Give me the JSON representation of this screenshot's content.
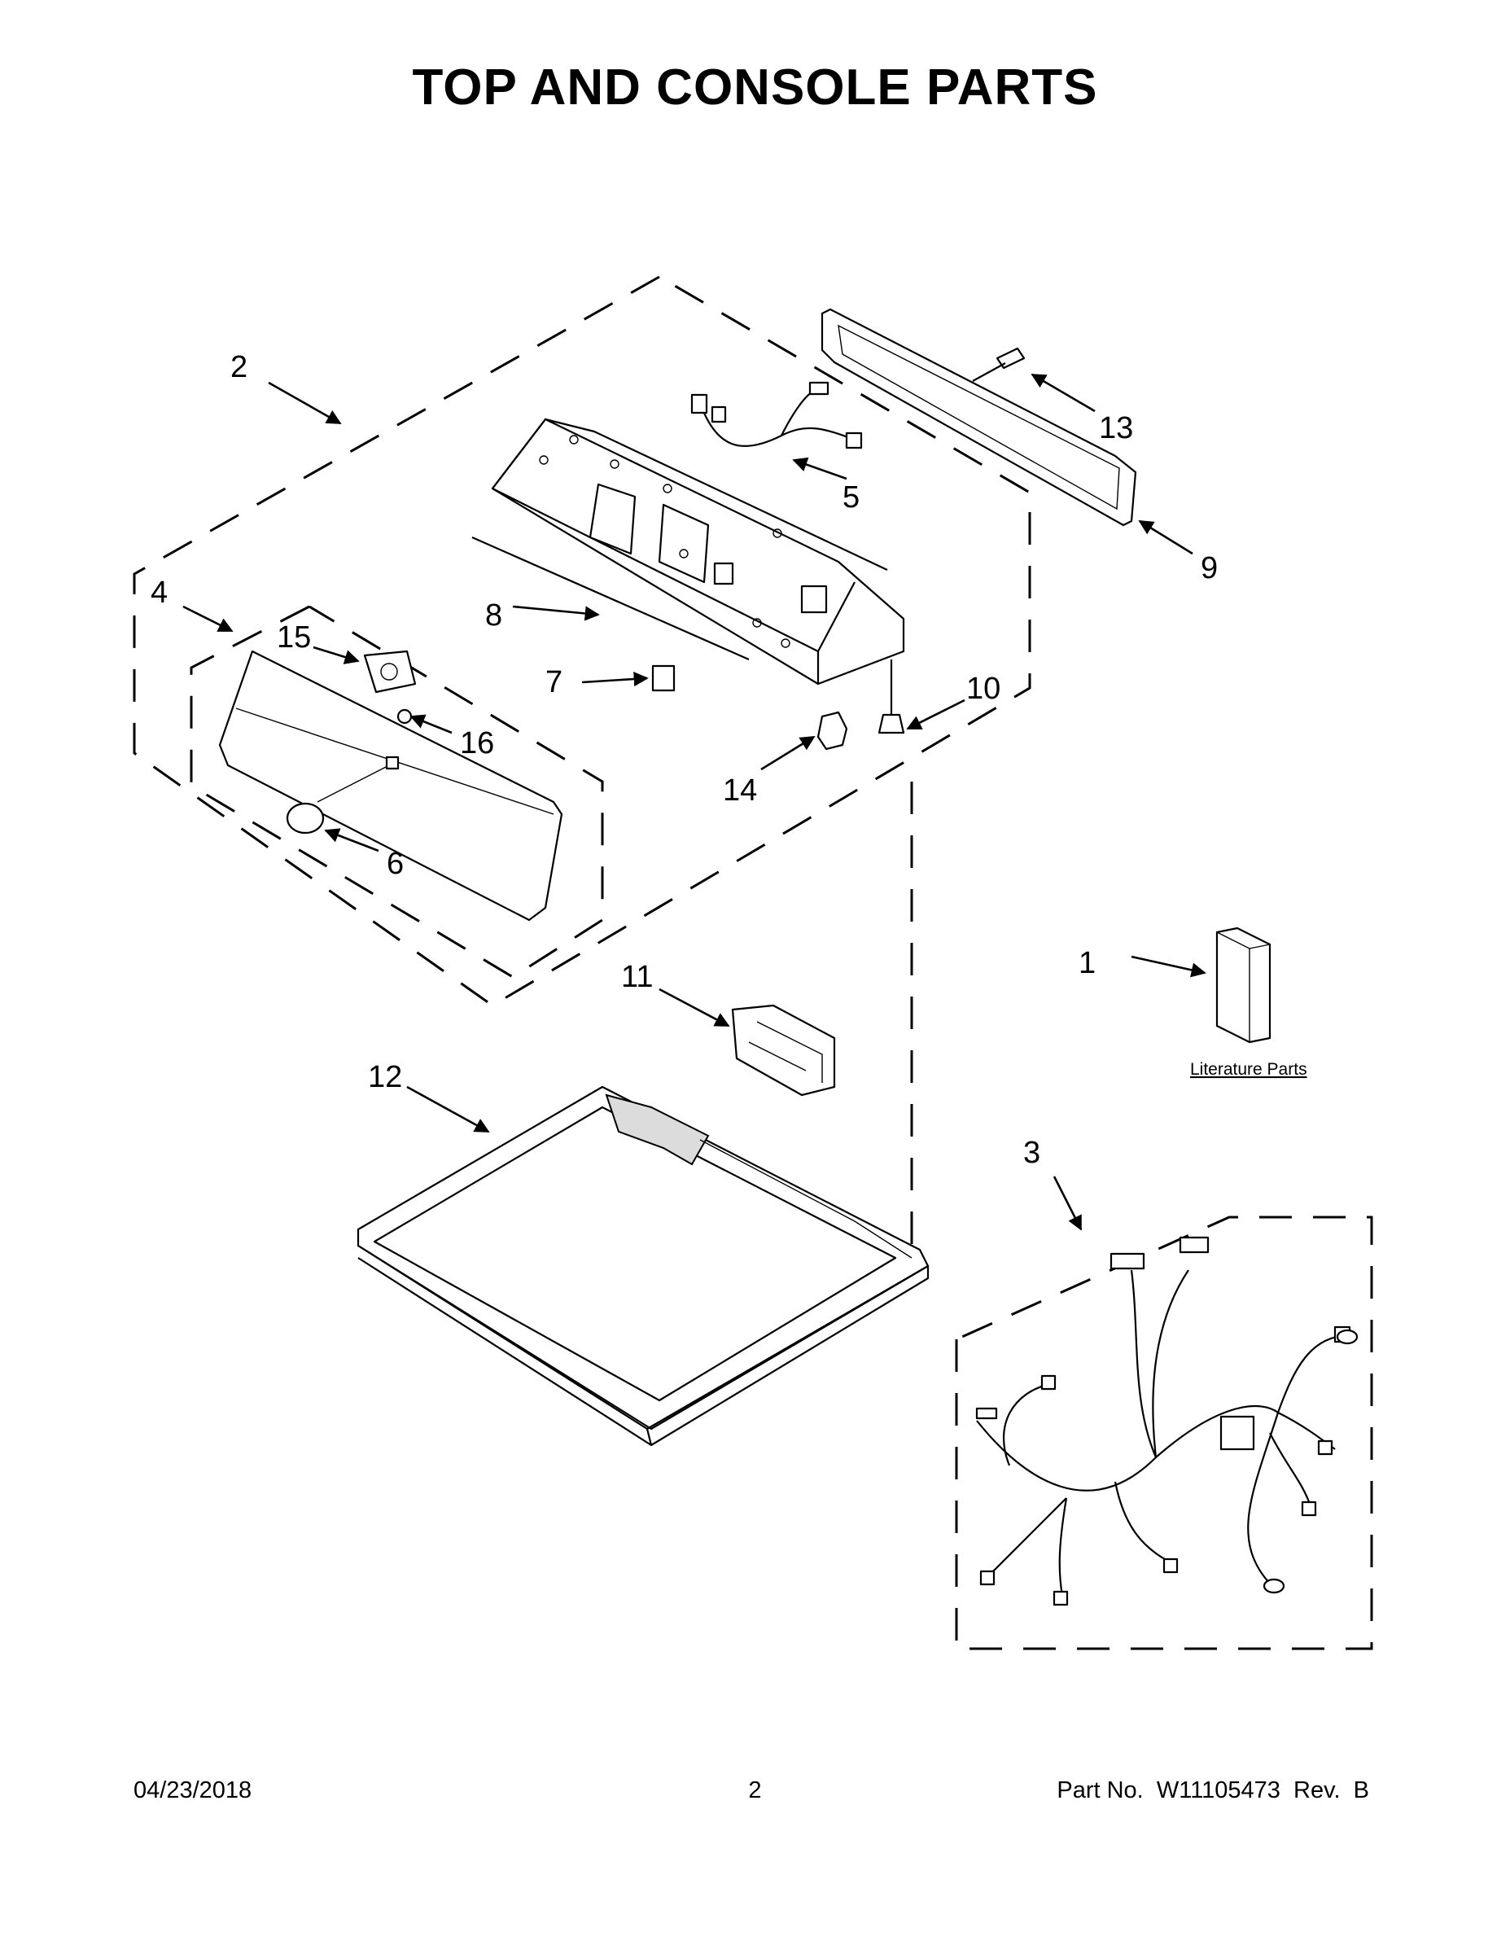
{
  "page": {
    "title": "TOP AND CONSOLE PARTS",
    "footer": {
      "date": "04/23/2018",
      "page_number": "2",
      "part_no": "Part No.  W11105473  Rev.  B"
    }
  },
  "callouts": [
    "1",
    "2",
    "3",
    "4",
    "5",
    "6",
    "7",
    "8",
    "9",
    "10",
    "11",
    "12",
    "13",
    "14",
    "15",
    "16"
  ],
  "literature_label": "Literature Parts"
}
